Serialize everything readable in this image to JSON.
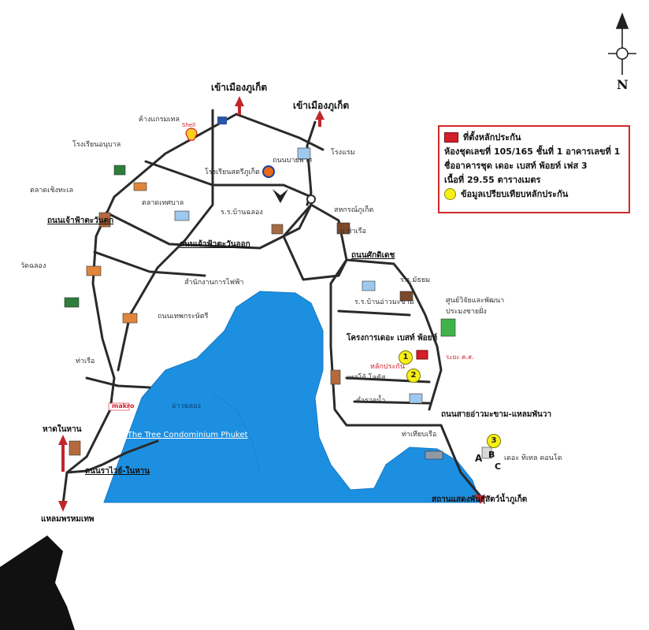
{
  "compass": {
    "north_label": "N",
    "icon": "north-arrow-compass-icon"
  },
  "destinations": {
    "phuket_left": "เข้าเมืองภูเก็ต",
    "phuket_right": "เข้าเมืองภูเก็ต",
    "hat_nai_han": "หาดในหาน",
    "laem_phromthep": "แหลมพรหมเทพ"
  },
  "legend": {
    "collateral_location": "ที่ตั้งหลักประกัน",
    "unit_line": "ห้องชุดเลขที่ 105/165 ชั้นที่ 1  อาคารเลขที่ 1",
    "building_line": "ชื่ออาคารชุด เดอะ เบสท์ พ้อยท์ เฟส 3",
    "area_line": "เนื้อที่ 29.55 ตารางเมตร",
    "comparison_info": "ข้อมูลเปรียบเทียบหลักประกัน",
    "swatch_red": "#d21f2a",
    "swatch_yellow": "#f7f014"
  },
  "roads": {
    "chao_fa_west": "ถนนเจ้าฟ้าตะวันตก",
    "chao_fa_east": "ถนนเจ้าฟ้าตะวันออก",
    "sakdidet": "ถนนศักดิเดช",
    "rawai": "ถนนราไวย์-ในหาน",
    "ao_makham": "ถนนสายอ่าวมะขาม-แหลมพันวา"
  },
  "labels": {
    "the_best_point": "โครงการเดอะ เบสท์ พ้อยท์",
    "collateral_marker": "หลักประกัน",
    "at_the_tree": "At The Tree Condominium Phuket",
    "aquarium": "สถานแสดงพันธุ์สัตว์น้ำภูเก็ต",
    "tesco": "เทสโก้ โลตัส",
    "makro": "makro",
    "shell": "Shell",
    "distance_note": "ระยะ ค.ส.",
    "harbor": "ท่าเรือ",
    "ao_chalong": "อ่าวฉลอง",
    "small_pier": "ท่าเทียบเรือ",
    "the_title_condo": "เดอะ ทิเทล คอนโด",
    "small": [
      "ค้างแกรมเทล",
      "โรงเรียนอนุบาล",
      "ตลาดเชิงทะเล",
      "วัดฉลอง",
      "ตลาดเทศบาล",
      "โรงเรียนสตรีภูเก็ต",
      "ร.ร.บ้านฉลอง",
      "สำนักงานการไฟฟ้า",
      "ถนนเทพกระษัตรี",
      "ร.ร.บ้านอ่าวมะขาม",
      "สหกรณ์ภูเก็ต",
      "ตำรวจน้ำ",
      "บ.ท่าเรือ",
      "โรงแรม",
      "ร.ร.มัธยม",
      "ถนนบายพาส",
      "ศูนย์วิจัยและพัฒนา",
      "ประมงชายฝั่ง"
    ]
  },
  "point_markers": [
    {
      "num": "1"
    },
    {
      "num": "2"
    },
    {
      "num": "3"
    }
  ],
  "subject_letters": [
    "A",
    "B",
    "C"
  ],
  "colors": {
    "sea": "#1d8fe0",
    "road": "#2a2a2a",
    "arrow": "#c0272d"
  }
}
